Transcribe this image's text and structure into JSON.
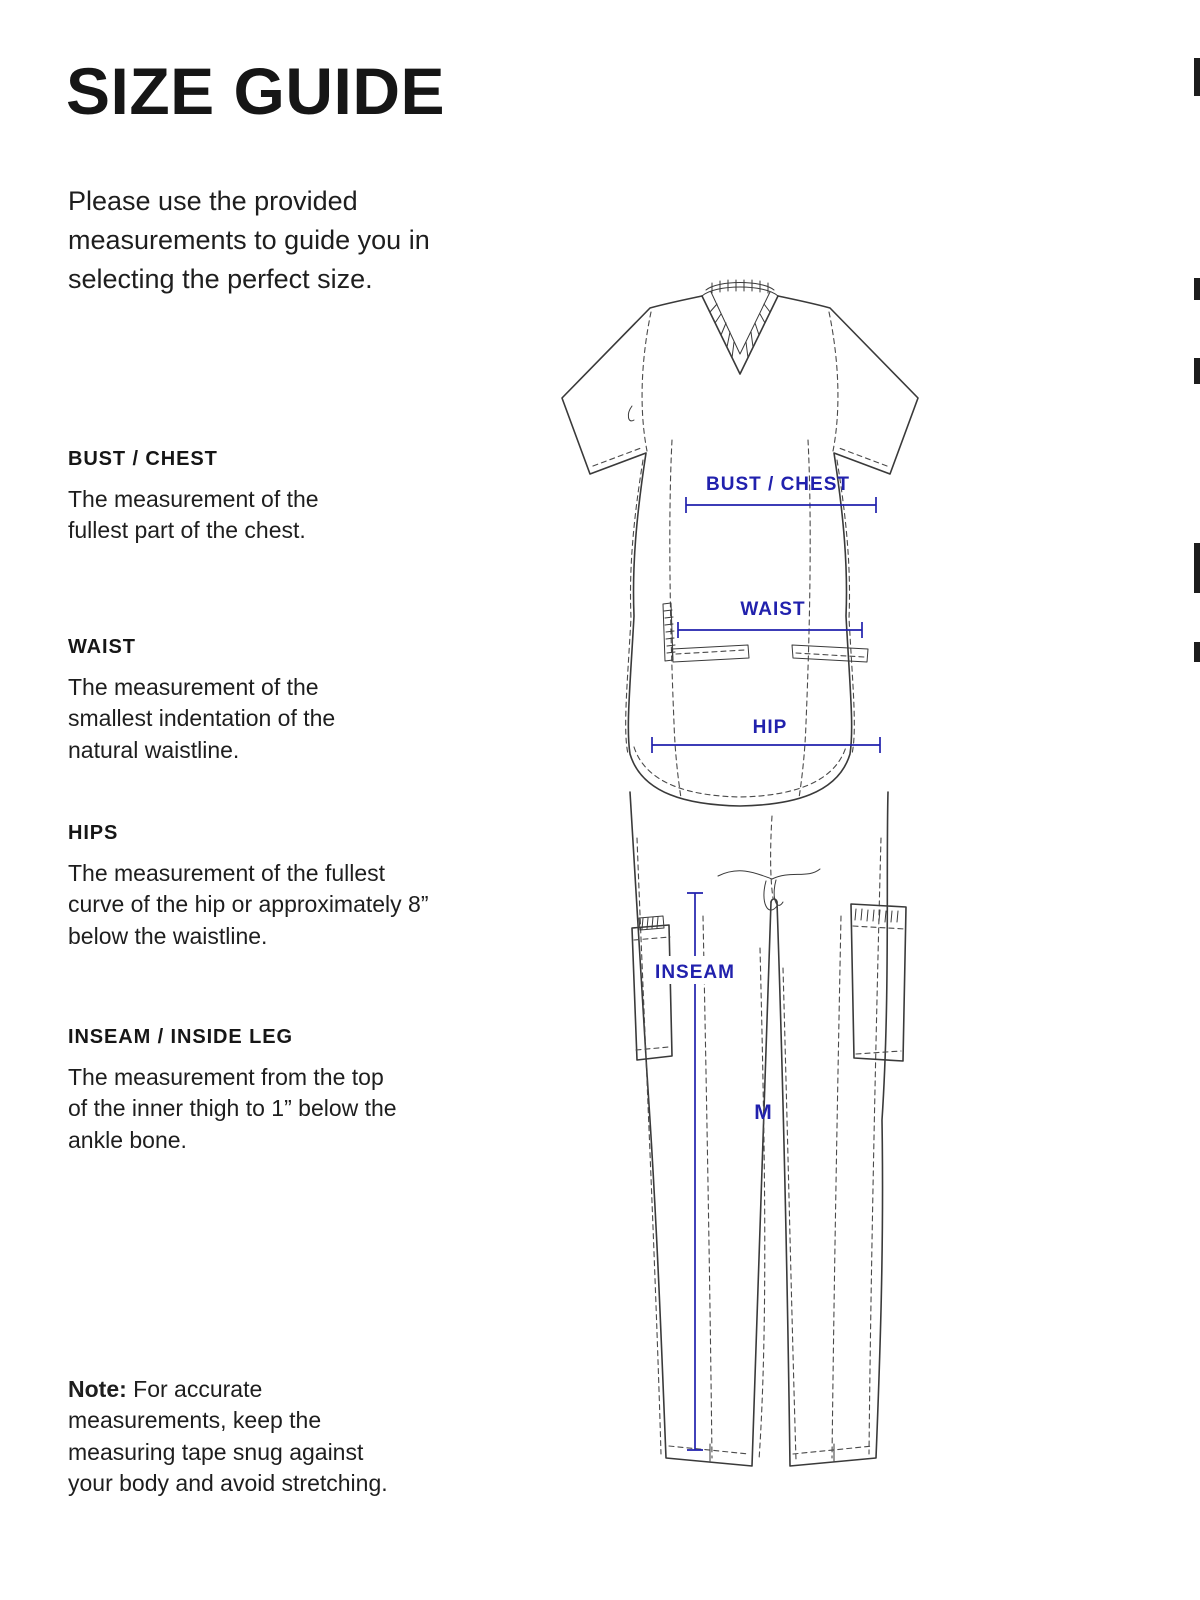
{
  "page": {
    "title": "SIZE GUIDE",
    "intro": "Please use the provided measurements to guide you in selecting the perfect size.",
    "sections": [
      {
        "heading": "BUST / CHEST",
        "body": "The measurement of the fullest part of the chest."
      },
      {
        "heading": "WAIST",
        "body": "The measurement of the smallest indentation of the natural waistline."
      },
      {
        "heading": "HIPS",
        "body": "The measurement of the fullest curve of the hip or approximately 8” below the waistline."
      },
      {
        "heading": "INSEAM / INSIDE LEG",
        "body": "The measurement from the top of the inner thigh to 1” below the ankle bone."
      }
    ],
    "note": {
      "label": "Note:",
      "body": "For accurate measurements, keep the measuring tape snug against your body and avoid stretching."
    }
  },
  "diagram": {
    "bust_label": "BUST / CHEST",
    "waist_label": "WAIST",
    "hip_label": "HIP",
    "inseam_label": "INSEAM",
    "size_tag": "M",
    "accent_color": "#2121ad"
  }
}
